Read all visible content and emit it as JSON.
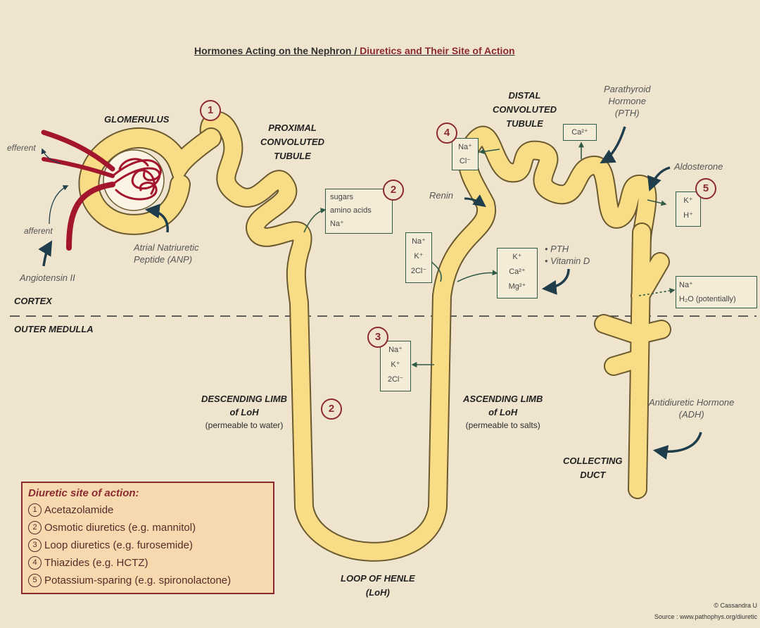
{
  "title": {
    "part1": "Hormones Acting on the Nephron / ",
    "part2": "Diuretics and Their Site of Action"
  },
  "structures": {
    "glomerulus": "GLOMERULUS",
    "pct_line1": "PROXIMAL",
    "pct_line2": "CONVOLUTED",
    "pct_line3": "TUBULE",
    "dct_line1": "DISTAL",
    "dct_line2": "CONVOLUTED",
    "dct_line3": "TUBULE",
    "desc_line1": "DESCENDING LIMB",
    "desc_line2": "of LoH",
    "desc_line3": "(permeable to water)",
    "asc_line1": "ASCENDING LIMB",
    "asc_line2": "of LoH",
    "asc_line3": "(permeable to salts)",
    "loop_line1": "LOOP OF HENLE",
    "loop_line2": "(LoH)",
    "cd_line1": "COLLECTING",
    "cd_line2": "DUCT"
  },
  "vessels": {
    "efferent": "efferent",
    "afferent": "afferent"
  },
  "regions": {
    "cortex": "CORTEX",
    "medulla": "OUTER MEDULLA"
  },
  "hormones": {
    "angiotensin": "Angiotensin II",
    "anp_line1": "Atrial Natriuretic",
    "anp_line2": "Peptide (ANP)",
    "pth_line1": "Parathyroid",
    "pth_line2": "Hormone",
    "pth_line3": "(PTH)",
    "aldosterone": "Aldosterone",
    "renin": "Renin",
    "pth_bullet": "• PTH",
    "vitd_bullet": "• Vitamin D",
    "adh_line1": "Antidiuretic Hormone",
    "adh_line2": "(ADH)"
  },
  "boxes": {
    "pct": [
      "sugars",
      "amino acids",
      "Na⁺"
    ],
    "nkcc_tal": [
      "Na⁺",
      "K⁺",
      "2Cl⁻"
    ],
    "nkcc_med": [
      "Na⁺",
      "K⁺",
      "2Cl⁻"
    ],
    "cations": [
      "K⁺",
      "Ca²⁺",
      "Mg²⁺"
    ],
    "dct_nacl": [
      "Na⁺",
      "Cl⁻"
    ],
    "ca": "Ca²⁺",
    "kh": [
      "K⁺",
      "H⁺"
    ],
    "cd_na": "Na⁺",
    "cd_h2o": "H₂O (potentially)"
  },
  "site_numbers": [
    "1",
    "2",
    "2",
    "3",
    "4",
    "5"
  ],
  "legend": {
    "title": "Diuretic site of action:",
    "items": [
      {
        "n": "1",
        "text": "Acetazolamide"
      },
      {
        "n": "2",
        "text": "Osmotic diuretics (e.g. mannitol)"
      },
      {
        "n": "3",
        "text": "Loop diuretics (e.g. furosemide)"
      },
      {
        "n": "4",
        "text": "Thiazides (e.g. HCTZ)"
      },
      {
        "n": "5",
        "text": "Potassium-sparing (e.g. spironolactone)"
      }
    ]
  },
  "credit": {
    "copyright": "© Cassandra U",
    "source": "Source : www.pathophys.org/diuretic"
  },
  "colors": {
    "background": "#efe5cf",
    "tubule_fill": "#f8dd86",
    "tubule_outline": "#6b5a30",
    "vessel": "#a3142d",
    "arrow": "#1f3d4a",
    "accent_red": "#8c2a32",
    "box_border": "#2f5a46",
    "legend_fill": "#f6d9ae"
  }
}
